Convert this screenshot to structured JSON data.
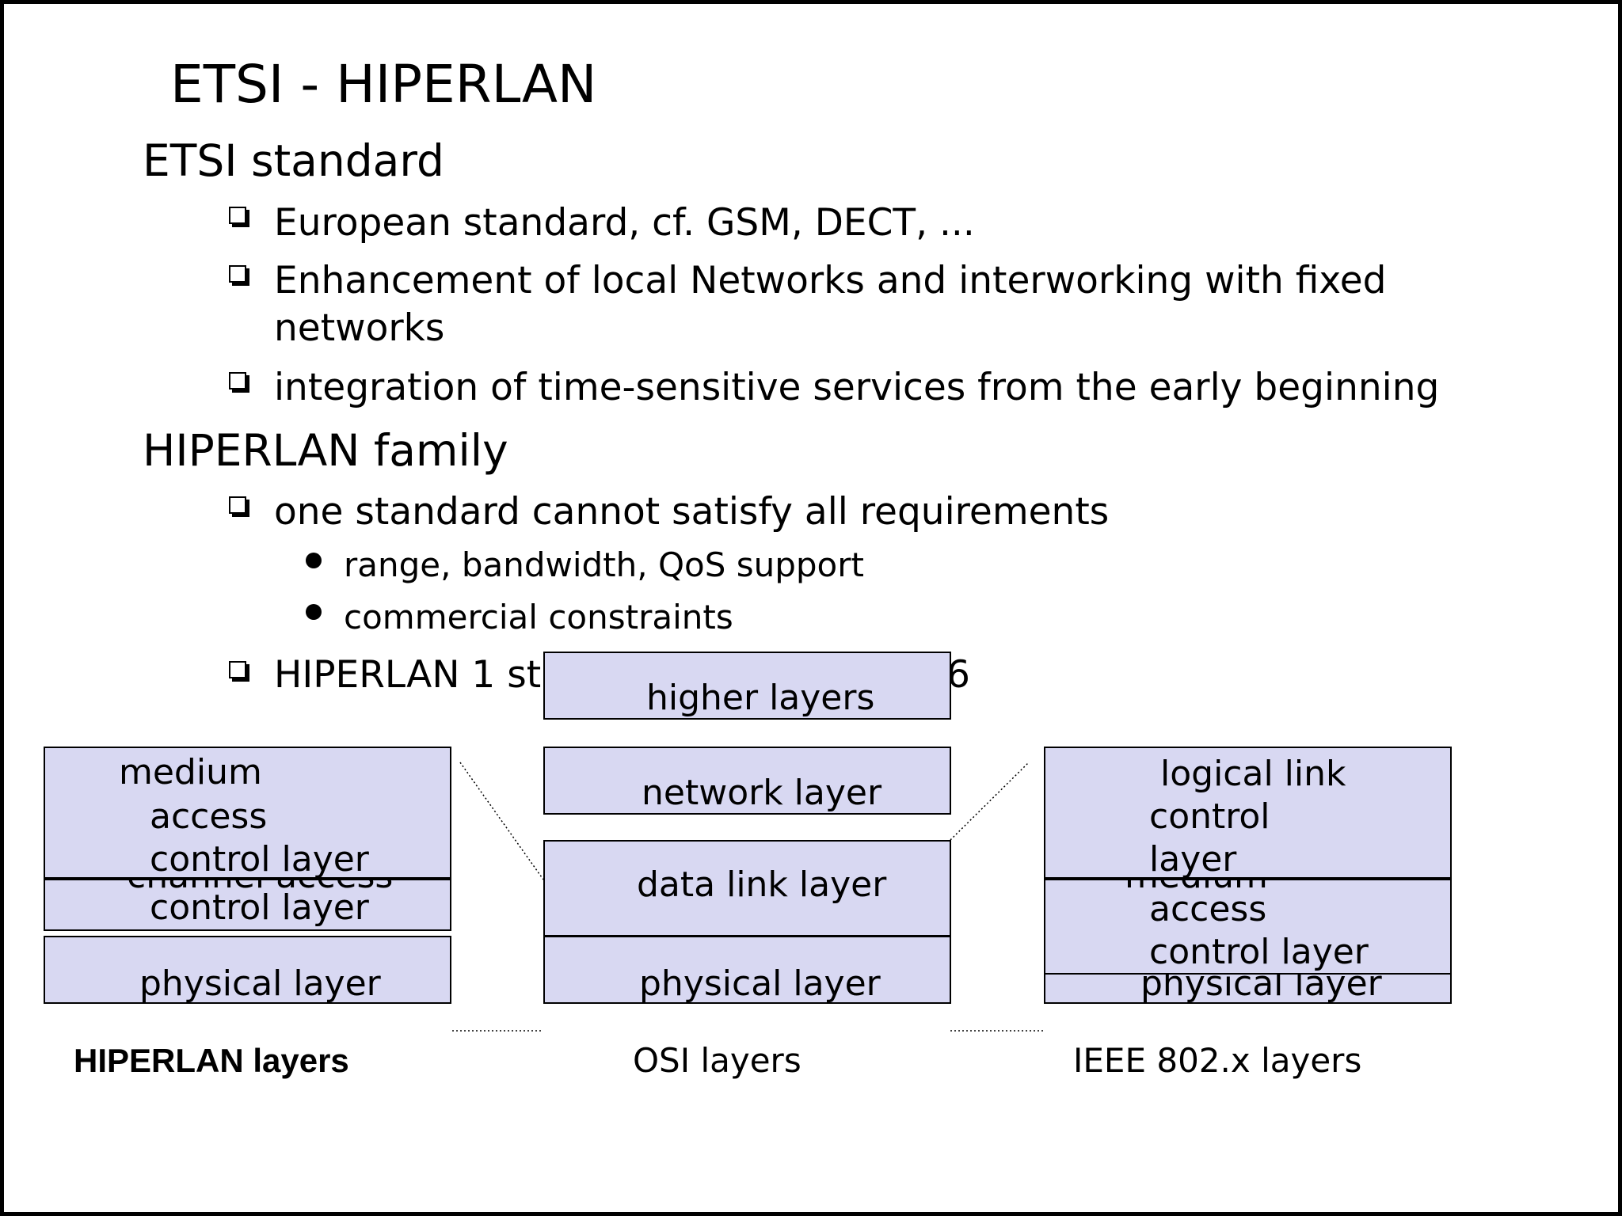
{
  "slide": {
    "title": "ETSI - HIPERLAN",
    "sections": [
      {
        "heading": "ETSI standard",
        "items": [
          {
            "text": "European standard, cf. GSM, DECT, ..."
          },
          {
            "text": "Enhancement of local Networks and interworking with fixed",
            "continuation": "networks"
          },
          {
            "text": "integration of time-sensitive services from the early beginning"
          }
        ]
      },
      {
        "heading": "HIPERLAN family",
        "items": [
          {
            "text": "one standard cannot satisfy all requirements",
            "subitems": [
              "range, bandwidth, QoS support",
              "commercial constraints"
            ]
          },
          {
            "text_visible_left": "HIPERLAN 1 st",
            "text_visible_right": "6"
          }
        ]
      }
    ],
    "diagram": {
      "hiperlan": {
        "caption": "HIPERLAN layers",
        "mac_lines": [
          "medium",
          "access",
          "control layer"
        ],
        "cac_hidden_label": "channel access",
        "cac_label": "control layer",
        "physical_label": "physical layer"
      },
      "osi": {
        "caption": "OSI layers",
        "higher_label": "higher layers",
        "network_label": "network layer",
        "datalink_label": "data link layer",
        "physical_label": "physical layer"
      },
      "ieee": {
        "caption": "IEEE 802.x layers",
        "llc_lines": [
          "logical link",
          "control",
          "layer"
        ],
        "mac_hidden_label": "medium",
        "mac_lines": [
          "access",
          "control layer"
        ],
        "physical_label": "physical layer"
      },
      "colors": {
        "box_fill": "#d8d8f2",
        "border": "#000000"
      }
    }
  }
}
